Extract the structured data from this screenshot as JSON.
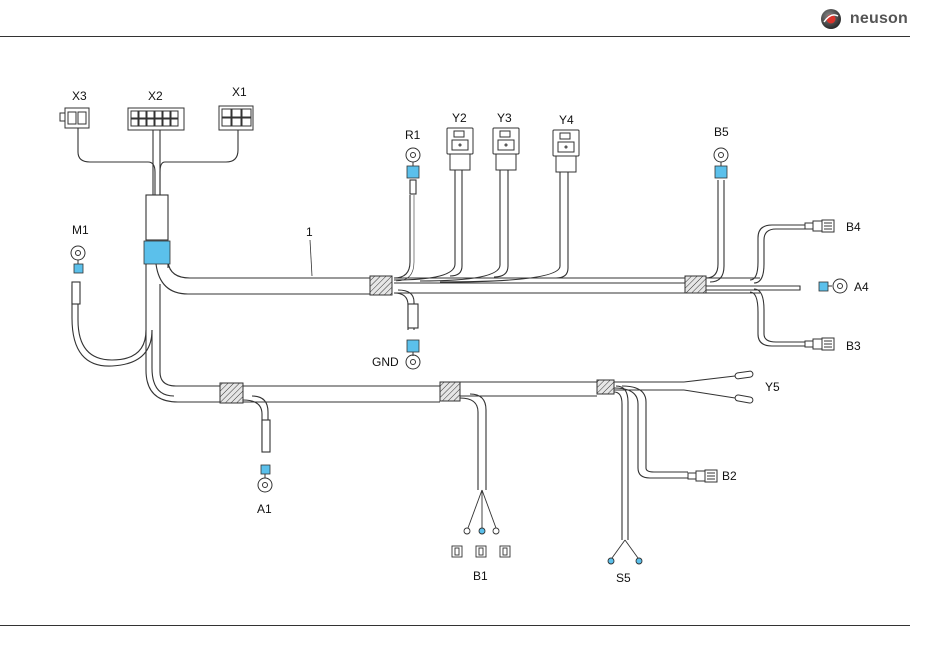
{
  "brand": {
    "name": "neuson",
    "logo_icon": "neuson-logo-icon"
  },
  "colors": {
    "wire": "#333333",
    "marker": "#5bc0eb",
    "sleeve_fill": "#dddddd"
  },
  "labels": {
    "X3": "X3",
    "X2": "X2",
    "X1": "X1",
    "M1": "M1",
    "R1": "R1",
    "Y2": "Y2",
    "Y3": "Y3",
    "Y4": "Y4",
    "B5": "B5",
    "B4": "B4",
    "A4": "A4",
    "B3": "B3",
    "GND": "GND",
    "Y5": "Y5",
    "B2": "B2",
    "A1": "A1",
    "B1": "B1",
    "S5": "S5",
    "harness": "1"
  }
}
